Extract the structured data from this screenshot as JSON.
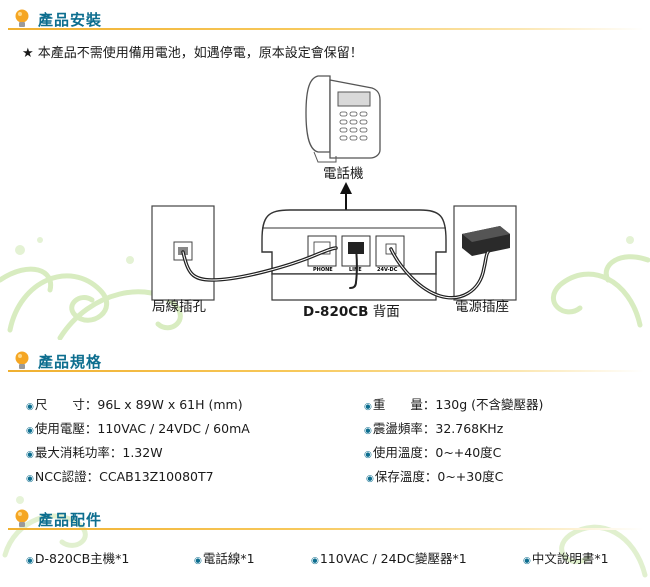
{
  "sections": {
    "install": {
      "title": "產品安裝",
      "note": "★ 本產品不需使用備用電池，如遇停電，原本設定會保留！"
    },
    "specs": {
      "title": "產品規格",
      "items": [
        {
          "label": "尺　　寸：",
          "value": "96L x 89W x 61H (mm)"
        },
        {
          "label": "重　　量：",
          "value": "130g (不含變壓器)"
        },
        {
          "label": "使用電壓：",
          "value": "110VAC / 24VDC / 60mA"
        },
        {
          "label": "震盪頻率：",
          "value": "32.768KHz"
        },
        {
          "label": "最大消耗功率：",
          "value": "1.32W"
        },
        {
          "label": "使用溫度：",
          "value": "0~+40度C"
        },
        {
          "label": "NCC認證：",
          "value": "CCAB13Z10080T7"
        },
        {
          "label": "保存溫度：",
          "value": "0~+30度C"
        }
      ]
    },
    "accessories": {
      "title": "產品配件",
      "items": [
        "D-820CB主機*1",
        "電話線*1",
        "110VAC / 24DC變壓器*1",
        "中文說明書*1"
      ]
    }
  },
  "diagram": {
    "phone_label": "電話機",
    "jack_label": "局線插孔",
    "device_model": "D-820CB",
    "device_suffix": " 背面",
    "outlet_label": "電源插座",
    "ports": [
      "PHONE",
      "LINE",
      "24V-DC"
    ]
  },
  "bullet_glyph": "◉",
  "colors": {
    "heading": "#0d6e8f",
    "rule": "#f0b030",
    "swirl": "#d8ecc0"
  }
}
